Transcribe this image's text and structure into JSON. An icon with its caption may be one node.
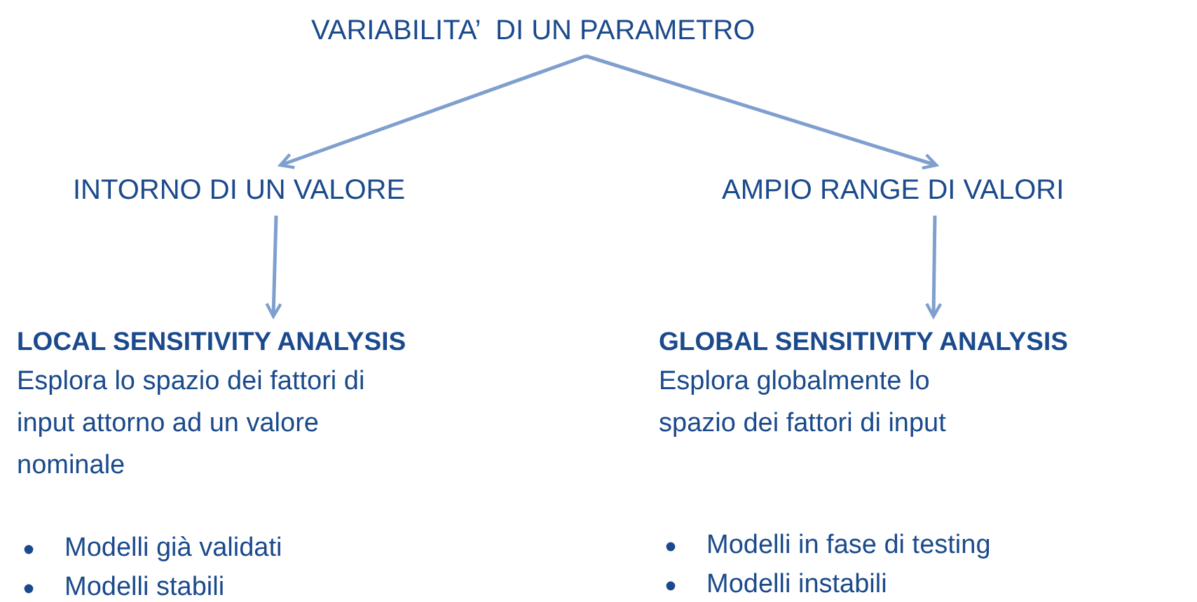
{
  "diagram": {
    "nodes": [
      {
        "text": [
          "VARIABILITA’  DI UN PARAMETRO"
        ]
      },
      {
        "text": [
          "INTORNO DI UN VALORE"
        ]
      },
      {
        "text": [
          "AMPIO RANGE DI VALORI"
        ]
      },
      {
        "text": [
          "LOCAL SENSITIVITY ANALYSIS",
          "Esplora lo spazio dei fattori di input attorno ad un valore nominale",
          "Modelli già validati",
          "Modelli stabili"
        ]
      },
      {
        "text": [
          "GLOBAL SENSITIVITY ANALYSIS",
          "Esplora globalmente lo spazio dei fattori di input",
          "Modelli in fase di testing",
          "Modelli instabili"
        ]
      }
    ],
    "edges": [
      {
        "from": 0,
        "to": 1,
        "arrow": "to"
      },
      {
        "from": 0,
        "to": 2,
        "arrow": "to"
      },
      {
        "from": 1,
        "to": 3,
        "arrow": "to"
      },
      {
        "from": 2,
        "to": 4,
        "arrow": "to"
      }
    ]
  }
}
